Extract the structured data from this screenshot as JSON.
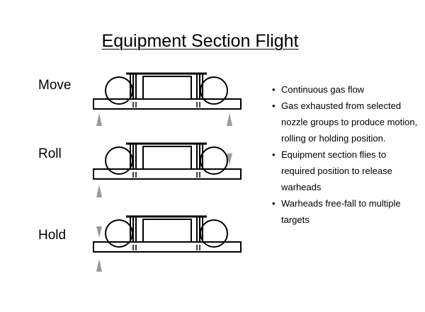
{
  "title": "Equipment Section Flight",
  "rows": [
    {
      "label": "Move"
    },
    {
      "label": "Roll"
    },
    {
      "label": "Hold"
    }
  ],
  "bullets": [
    "Continuous gas flow",
    "Gas exhausted from selected nozzle groups to produce motion, rolling or holding position.",
    "Equipment section flies to required position to release warheads",
    "Warheads free-fall to multiple targets"
  ],
  "colors": {
    "line": "#000000",
    "arrow": "#9a9a9a"
  }
}
